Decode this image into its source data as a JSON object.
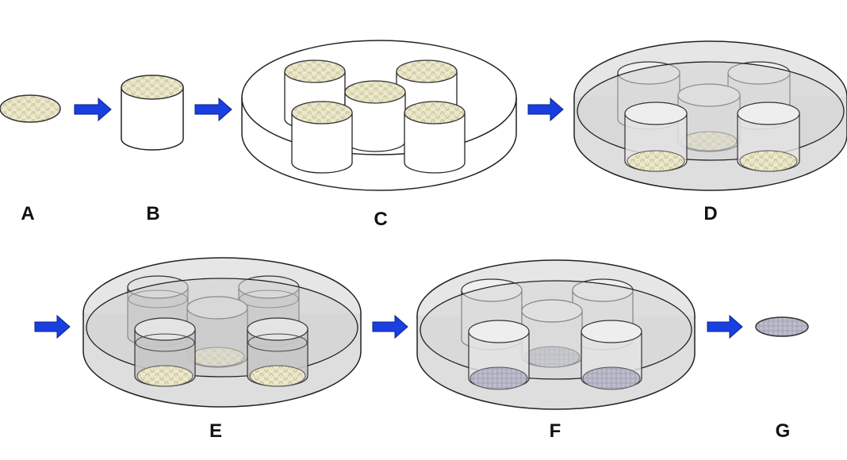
{
  "steps": [
    {
      "label": "A"
    },
    {
      "label": "B"
    },
    {
      "label": "C"
    },
    {
      "label": "D"
    },
    {
      "label": "E"
    },
    {
      "label": "F"
    },
    {
      "label": "G"
    }
  ],
  "colors": {
    "sample_fill": "#e6e2c2",
    "sample_pattern": "#c9c49a",
    "processed_fill": "#b8b8c8",
    "liquid_fill": "#d9d9d9",
    "arrow_fill": "#1a3fe0",
    "outline": "#222222"
  }
}
